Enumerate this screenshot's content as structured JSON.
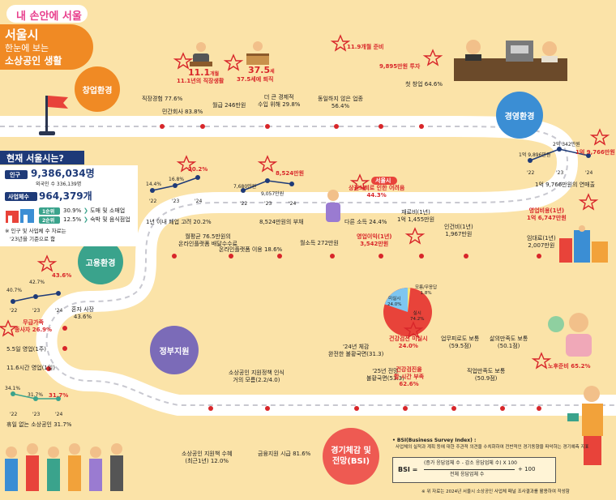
{
  "brand": {
    "logo": "내 손안에 서울"
  },
  "title": {
    "l1": "서울시",
    "l2": "한눈에 보는",
    "l3": "소상공인 생활"
  },
  "sections": {
    "startup": "창업환경",
    "management": "경영환경",
    "employment": "고용환경",
    "government": "정부지원",
    "bsi": "경기체감 및 전망(BSI)"
  },
  "current": {
    "heading": "현재 서울시는?",
    "pop_label": "인구",
    "pop_value": "9,386,034명",
    "pop_sub": "외국인 수 336,139명",
    "biz_label": "사업체수",
    "biz_value": "964,379개",
    "rank1_label": "1순위",
    "rank1_text": "30.9%",
    "rank1_cat": "도매 및 소매업",
    "rank2_label": "2순위",
    "rank2_text": "12.5%",
    "rank2_cat": "숙박 및 음식점업",
    "note1": "※ 인구 및 사업체 수 자료는",
    "note2": "'23년을 기준으로 함"
  },
  "startup": {
    "work_exp": "직장경험 77.6%",
    "private": "민간회사 83.8%",
    "months_val": "11.1",
    "months_unit": "개월",
    "months_label": "11.1년의 직장생활",
    "age_val": "37.5",
    "age_unit": "세",
    "age_label": "37.5세에 퇴직",
    "salary": "월급 246만원",
    "income1": "더 큰 경제적",
    "income2": "수입 위해 29.8%",
    "nonsame1": "동일하지 않은 업종",
    "nonsame2": "56.4%",
    "prep": "11.9개월 준비",
    "invest": "9,895만원 투자",
    "first": "첫 창업 64.6%"
  },
  "trend1": {
    "labels": [
      "'22",
      "'23",
      "'24"
    ],
    "values": [
      "14.4%",
      "16.8%",
      "20.2%"
    ],
    "caption": "1년 이내 폐업 고려 20.2%"
  },
  "trend2": {
    "labels": [
      "'22",
      "'23",
      "'24"
    ],
    "values": [
      "7,680만원",
      "9,057만원",
      "8,524만원"
    ],
    "caption": "8,524만원의 부채"
  },
  "platform": {
    "fee1": "월평균 76.5만원의",
    "fee2": "온라인플랫폼 배달수수료",
    "use": "온라인플랫폼 이용 18.6%"
  },
  "mgmt": {
    "tag": "서울시",
    "diff1": "상권쇠퇴로 인한 어려움",
    "diff2": "44.3%",
    "gross": "월소득 272만원",
    "net": "다른 소득 24.4%",
    "profit1": "영업이익(1년)",
    "profit2": "3,542만원",
    "material1": "재료비(1년)",
    "material2": "1억 1,455만원",
    "labor1": "인건비(1년)",
    "labor2": "1,967만원",
    "rent1": "임대료(1년)",
    "rent2": "2,007만원",
    "op1": "영업비용(1년)",
    "op2": "1억 6,747만원",
    "rev_years": [
      "'22",
      "'23",
      "'24"
    ],
    "rev_values": [
      "1억 9,896만원",
      "2억 342만원",
      "1억 9,766만원"
    ],
    "rev_caption": "1억 9,766만원의 연매출"
  },
  "employ": {
    "years": [
      "'22",
      "'23",
      "'24"
    ],
    "values": [
      "40.7%",
      "42.7%",
      "43.6%"
    ],
    "solo1": "혼자 사장",
    "solo2": "43.6%",
    "unpaid1": "무급가족",
    "unpaid2": "종사자 26.9%",
    "week": "5.5일 영업(1주)",
    "hours": "11.6시간 영업(1일)",
    "rest_values": [
      "34.1%",
      "31.7%",
      "31.7%"
    ],
    "rest_caption": "휴일 없는 소상공인 31.7%"
  },
  "gov": {
    "aware1": "소상공인 지원정책 인식",
    "aware2": "거의 모름(2.2/4.0)",
    "recv1": "소상공인 지원책 수혜",
    "recv2": "(최근1년) 12.0%",
    "fund": "금융지원 시급 81.6%"
  },
  "bsi": {
    "recog1": "'24년 체감",
    "recog2": "완전한 불황국면(31.3)",
    "fore1": "'25년 전망",
    "fore2": "불황국면(53.3)",
    "pie": [
      {
        "label": "실시",
        "value": "74.2%"
      },
      {
        "label": "미실시",
        "value": "24.0%"
      },
      {
        "label": "모름/무응답",
        "value": "1.8%"
      }
    ],
    "check1": "건강검진 미실시",
    "check2": "24.0%",
    "time1": "건강검진을",
    "time2": "할 시간 부족",
    "time3": "62.6%",
    "fatigue1": "업무피로도 보통",
    "fatigue2": "(59.5점)",
    "life1": "삶의만족도 보통",
    "life2": "(50.1점)",
    "job1": "직업만족도 보통",
    "job2": "(50.9점)",
    "retire": "노후준비 65.2%",
    "def_title": "• BSI(Business Survey Index) :",
    "def_text": "사업체의 실적과 계획 등에 대한 주관적 의견을 수치화하여 전반적인 경기동향을 파악하는 경기예측 지표",
    "formula_left": "BSI =",
    "formula_top": "(증가 응답업체 수 - 감소 응답업체 수) X 100",
    "formula_bottom": "전체 응답업체 수",
    "formula_plus": "+ 100",
    "source": "※ 위 자료는 2024년 서울시 소상공인 사업체 패널 조사결과를 활용하여 작성함"
  }
}
